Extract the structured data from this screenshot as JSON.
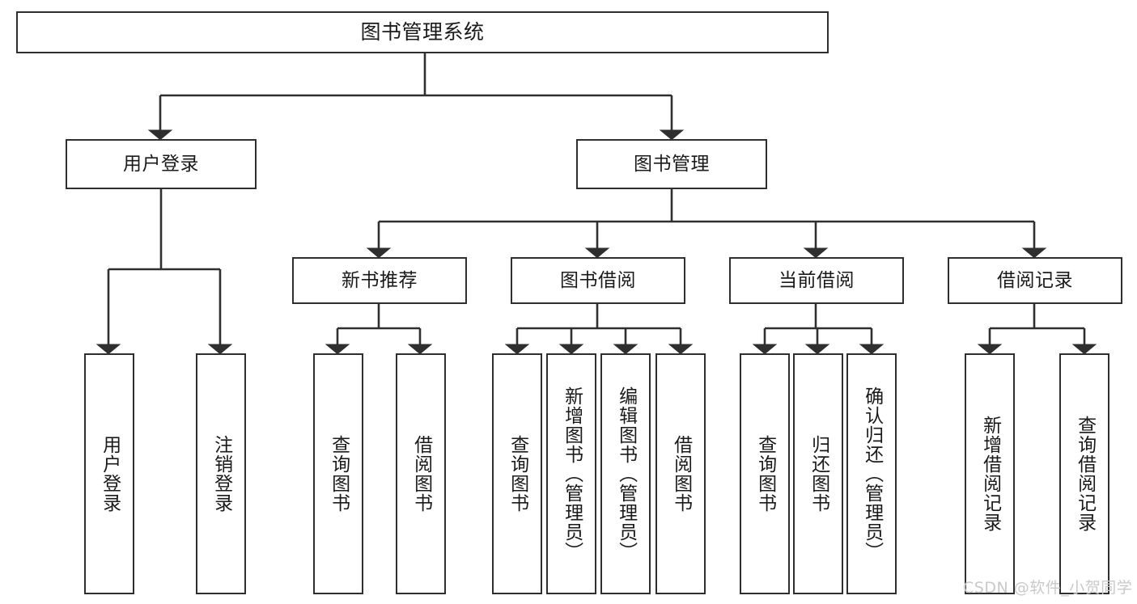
{
  "diagram": {
    "title": "图书管理系统",
    "type": "hierarchy-tree",
    "orientation": "top-down",
    "levels": 4,
    "root": {
      "id": "root",
      "label": "图书管理系统"
    },
    "level2": [
      {
        "id": "user-login",
        "label": "用户登录"
      },
      {
        "id": "book-management",
        "label": "图书管理"
      }
    ],
    "level3": [
      {
        "id": "new-book-recommend",
        "label": "新书推荐",
        "parent": "book-management"
      },
      {
        "id": "book-borrow",
        "label": "图书借阅",
        "parent": "book-management"
      },
      {
        "id": "current-borrow",
        "label": "当前借阅",
        "parent": "book-management"
      },
      {
        "id": "borrow-record",
        "label": "借阅记录",
        "parent": "book-management"
      }
    ],
    "leaves": {
      "user-login": [
        {
          "id": "leaf-user-login",
          "label": "用户登录"
        },
        {
          "id": "leaf-user-logout",
          "label": "注销登录"
        }
      ],
      "new-book-recommend": [
        {
          "id": "leaf-query-book-1",
          "label": "查询图书"
        },
        {
          "id": "leaf-borrow-book-1",
          "label": "借阅图书"
        }
      ],
      "book-borrow": [
        {
          "id": "leaf-query-book-2",
          "label": "查询图书"
        },
        {
          "id": "leaf-add-book",
          "label": "新增图书（管理员）"
        },
        {
          "id": "leaf-edit-book",
          "label": "编辑图书（管理员）"
        },
        {
          "id": "leaf-borrow-book-2",
          "label": "借阅图书"
        }
      ],
      "current-borrow": [
        {
          "id": "leaf-query-book-3",
          "label": "查询图书"
        },
        {
          "id": "leaf-return-book",
          "label": "归还图书"
        },
        {
          "id": "leaf-confirm-return",
          "label": "确认归还（管理员）"
        }
      ],
      "borrow-record": [
        {
          "id": "leaf-add-record",
          "label": "新增借阅记录"
        },
        {
          "id": "leaf-query-record",
          "label": "查询借阅记录"
        }
      ]
    },
    "colors": {
      "stroke": "#2f2f2f",
      "fill": "#ffffff",
      "text": "#1a1a1a",
      "watermark": "#c9c9c9"
    }
  },
  "watermark": {
    "text": "CSDN @软件_小贺同学"
  }
}
